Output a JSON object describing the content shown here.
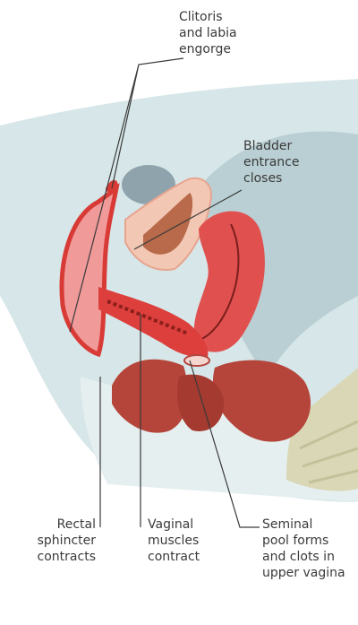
{
  "labels": {
    "clitoris": "Clitoris\nand labia\nengorge",
    "bladder": "Bladder\nentrance\ncloses",
    "rectal": "Rectal\nsphincter\ncontracts",
    "vaginal": "Vaginal\nmuscles\ncontract",
    "seminal": "Seminal\npool forms\nand clots in\nupper vagina"
  },
  "colors": {
    "background_tissue": "#d7e6e8",
    "background_shadow": "#b9cfd3",
    "uterus": "#e0504f",
    "vagina_wall": "#dc3f3c",
    "bladder": "#f2c7b4",
    "bladder_inner": "#b86a4a",
    "ovary": "#8fa3ad",
    "rectum": "#b5453a",
    "spine": "#d9d7b6",
    "leader_line": "#3a3a3a"
  }
}
